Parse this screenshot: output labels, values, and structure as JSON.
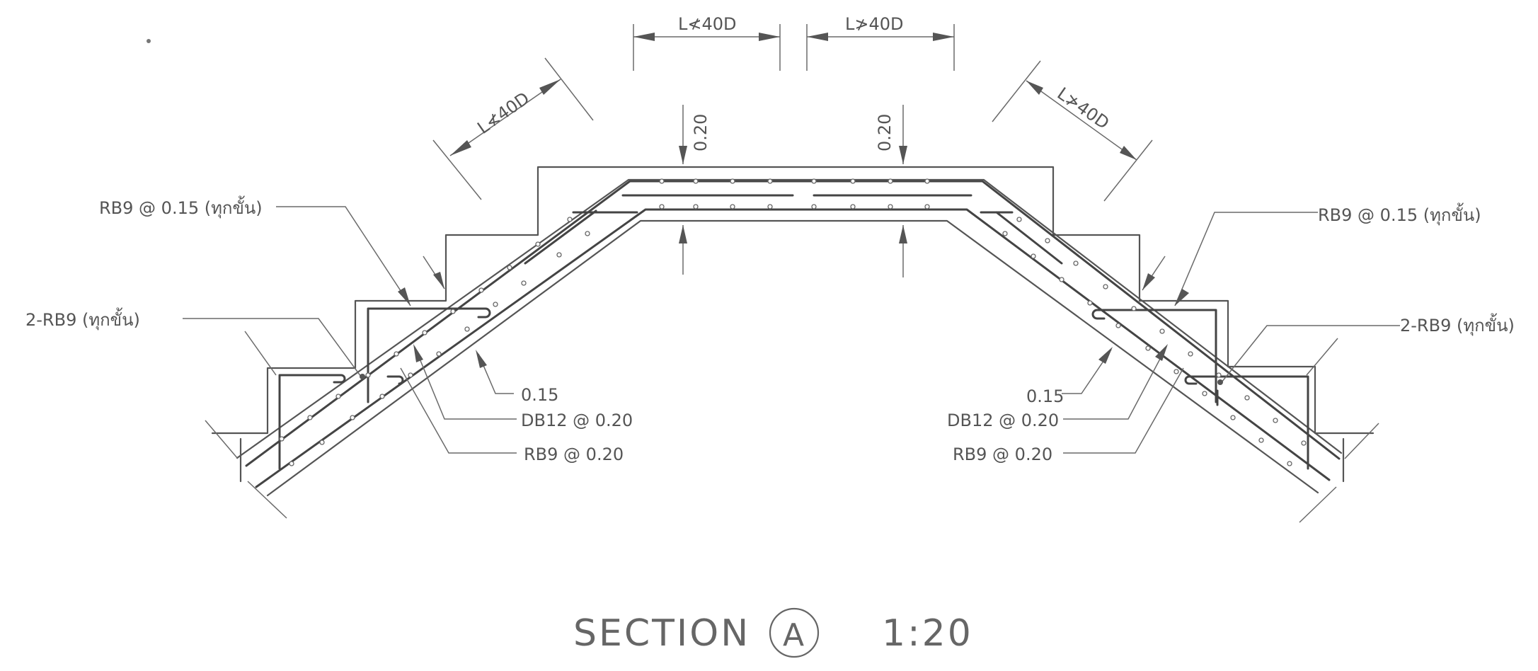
{
  "labels": {
    "lap_top_left": "L≮40D",
    "lap_top_right": "L≯40D",
    "lap_slope_left": "L≮40D",
    "lap_slope_right": "L≯40D",
    "cover_left": "0.20",
    "cover_right": "0.20",
    "rb9_015_left": "RB9 @ 0.15 (ทุกขั้น)",
    "rb9_015_right": "RB9 @ 0.15 (ทุกขั้น)",
    "two_rb9_left": "2-RB9   (ทุกขั้น)",
    "two_rb9_right": "2-RB9 (ทุกขั้น)",
    "thick_left": "0.15",
    "thick_right": "0.15",
    "db12_left": "DB12 @ 0.20",
    "db12_right": "DB12 @ 0.20",
    "rb9_020_left": "RB9 @ 0.20",
    "rb9_020_right": "RB9 @ 0.20"
  },
  "title": {
    "section": "SECTION",
    "mark": "A",
    "scale": "1:20"
  },
  "colors": {
    "line": "#555555",
    "text": "#555555"
  }
}
